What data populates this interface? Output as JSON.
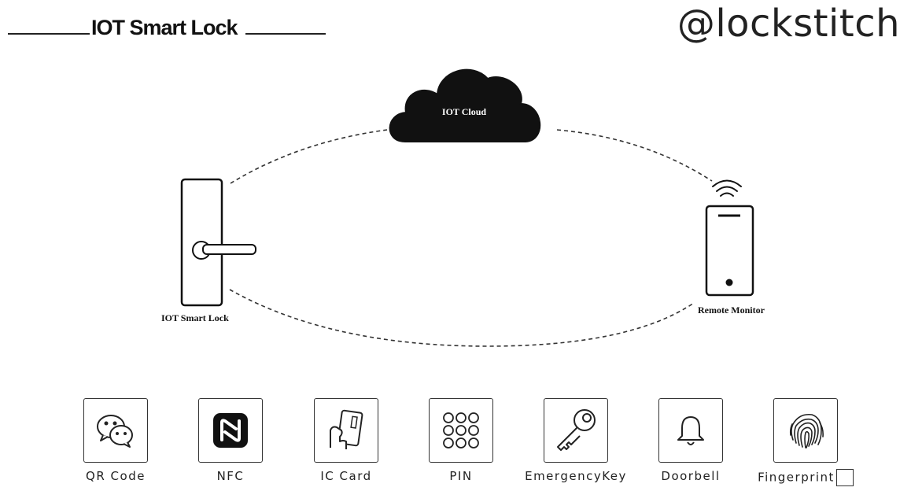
{
  "header": {
    "title": "IOT Smart Lock"
  },
  "brand": "@lockstitch",
  "diagram": {
    "cloud_label": "IOT Cloud",
    "lock_label": "IOT Smart Lock",
    "phone_label": "Remote Monitor"
  },
  "features": [
    {
      "label": "QR Code",
      "icon": "wechat-icon"
    },
    {
      "label": "NFC",
      "icon": "nfc-icon"
    },
    {
      "label": "IC Card",
      "icon": "ic-card-icon"
    },
    {
      "label": "PIN",
      "icon": "keypad-icon"
    },
    {
      "label": "EmergencyKey",
      "icon": "key-icon"
    },
    {
      "label": "Doorbell",
      "icon": "bell-icon"
    },
    {
      "label": "Fingerprint",
      "icon": "fingerprint-icon"
    }
  ]
}
